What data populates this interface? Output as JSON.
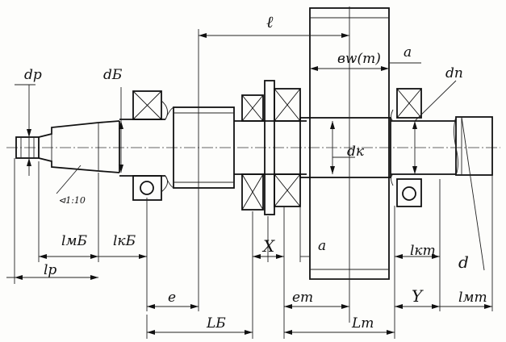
{
  "labels": {
    "d_p": "dр",
    "d_b": "dБ",
    "l_top": "ℓ",
    "b_w": "вw(т)",
    "a_top": "a",
    "d_n": "dп",
    "d_k": "dк",
    "taper": "⊲1:10",
    "l_mb": "lмБ",
    "l_kb": "lкБ",
    "X": "X",
    "a_bottom": "a",
    "l_kt": "lкт",
    "d": "d",
    "l_p": "lр",
    "e": "e",
    "e_t": "eт",
    "Y": "Y",
    "l_mt": "lмт",
    "L_b": "LБ",
    "L_t": "Lт"
  }
}
